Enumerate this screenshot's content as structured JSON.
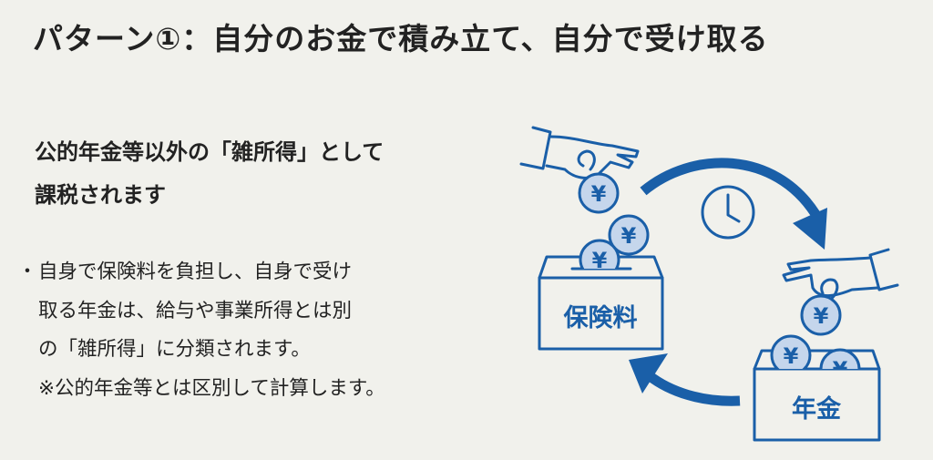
{
  "title": "パターン①：自分のお金で積み立て、自分で受け取る",
  "subheading": {
    "line1": "公的年金等以外の「雑所得」として",
    "line2": "課税されます"
  },
  "bullet": {
    "marker": "・",
    "lines": [
      "自身で保険料を負担し、自身で受け",
      "取る年金は、給与や事業所得とは別",
      "の「雑所得」に分類されます。",
      "※公的年金等とは区別して計算します。"
    ]
  },
  "illustration": {
    "box_premium": "保険料",
    "box_pension": "年金",
    "coin_symbol": "¥",
    "color_accent": "#1a5fa8",
    "color_coin": "#c5d6ec",
    "icons": [
      "hand-icon",
      "coin-icon",
      "clock-icon",
      "arrow-icon",
      "box-icon"
    ]
  }
}
